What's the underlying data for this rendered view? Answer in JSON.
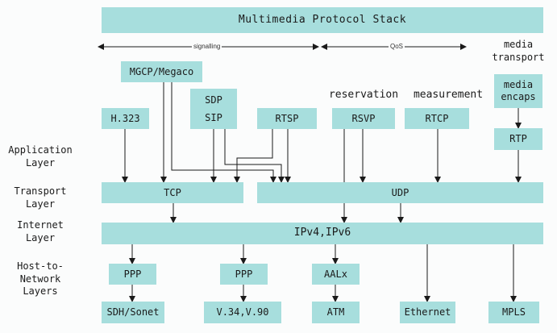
{
  "title": "Multimedia Protocol Stack",
  "ranges": {
    "signalling": "signalling",
    "qos": "QoS",
    "media_transport": "media\ntransport"
  },
  "headers": {
    "reservation": "reservation",
    "measurement": "measurement"
  },
  "layers": {
    "application": "Application\nLayer",
    "transport": "Transport\nLayer",
    "internet": "Internet\nLayer",
    "host": "Host-to-\nNetwork\nLayers"
  },
  "boxes": {
    "mgcp": "MGCP/Megaco",
    "h323": "H.323",
    "sdp": "SDP",
    "sip": "SIP",
    "rtsp": "RTSP",
    "rsvp": "RSVP",
    "rtcp": "RTCP",
    "media_encaps": "media\nencaps",
    "rtp": "RTP",
    "tcp": "TCP",
    "udp": "UDP",
    "ip": "IPv4,IPv6",
    "ppp1": "PPP",
    "ppp2": "PPP",
    "aalx": "AALx",
    "sdh": "SDH/Sonet",
    "v34": "V.34,V.90",
    "atm": "ATM",
    "ethernet": "Ethernet",
    "mpls": "MPLS"
  },
  "colors": {
    "box": "#a7dedd",
    "line": "#1a1a1a"
  }
}
